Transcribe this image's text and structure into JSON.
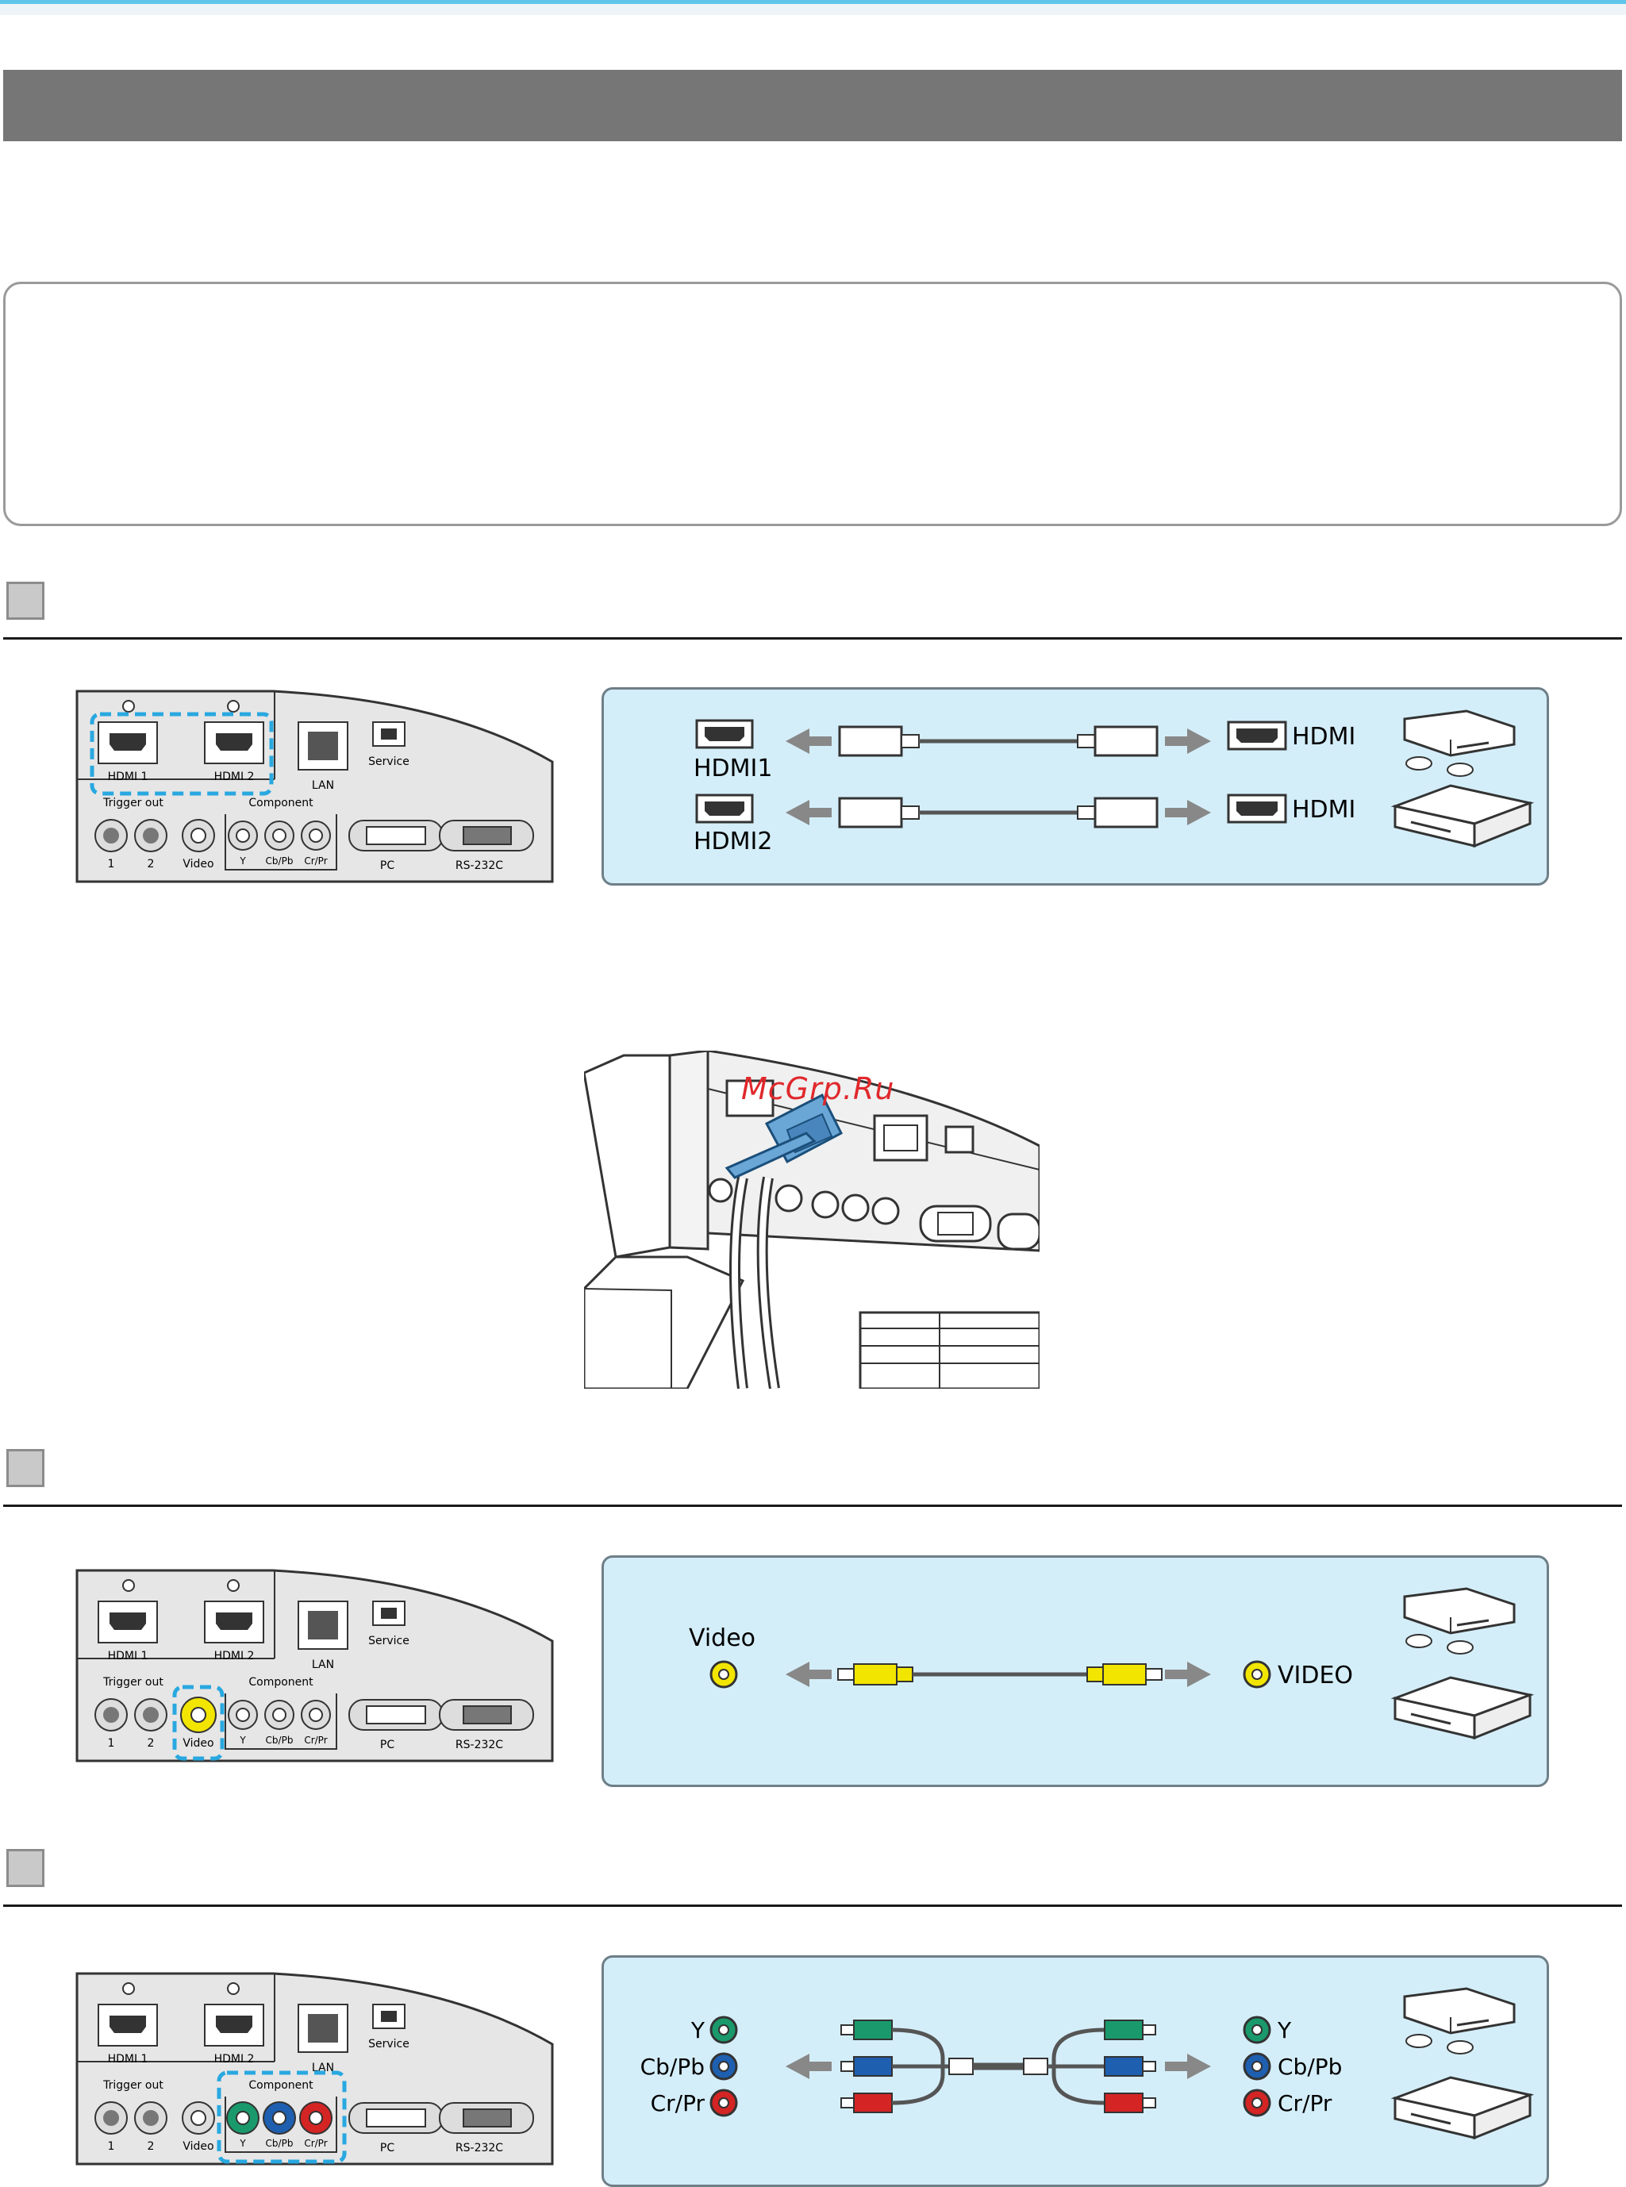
{
  "colors": {
    "accent_line": "#5fc6ea",
    "banner": "#767676",
    "panel_bg": "#d4eef9",
    "dash_highlight": "#29a8e0",
    "video_yellow": "#f2e500",
    "y_green": "#1a9a6c",
    "pb_blue": "#1e5fb0",
    "pr_red": "#d42424",
    "watermark": "#e0282c"
  },
  "projector_panel": {
    "hdmi1": "HDMI 1",
    "hdmi2": "HDMI 2",
    "lan": "LAN",
    "service": "Service",
    "trigger_out": "Trigger out",
    "trigger_1": "1",
    "trigger_2": "2",
    "video": "Video",
    "component": "Component",
    "comp_y": "Y",
    "comp_cb": "Cb/Pb",
    "comp_cr": "Cr/Pr",
    "pc": "PC",
    "rs232c": "RS-232C"
  },
  "hdmi_diagram": {
    "port1": "HDMI1",
    "port2": "HDMI2",
    "device_port": "HDMI"
  },
  "video_diagram": {
    "left_label": "Video",
    "right_label": "VIDEO"
  },
  "component_diagram": {
    "y": "Y",
    "cb": "Cb/Pb",
    "cr": "Cr/Pr"
  },
  "watermark": "McGrp.Ru"
}
